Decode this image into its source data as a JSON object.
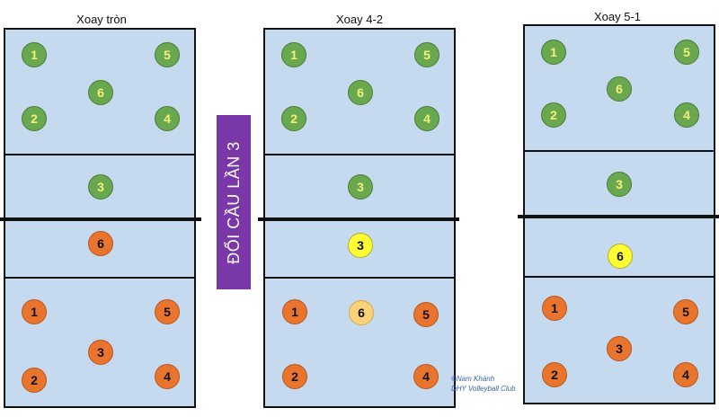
{
  "rotation_titles": [
    "Xoay tròn",
    "Xoay 4-2",
    "Xoay 5-1"
  ],
  "banner_label": "ĐỔI CẦU LẦN 3",
  "credit": {
    "line1": "©Nam Khánh",
    "line2": "DHY Volleyball Club"
  },
  "courts": [
    {
      "team_a": [
        "1",
        "5",
        "6",
        "2",
        "4",
        "3"
      ],
      "team_b": [
        "6",
        "1",
        "5",
        "3",
        "2",
        "4"
      ]
    },
    {
      "team_a": [
        "1",
        "5",
        "6",
        "2",
        "4",
        "3"
      ],
      "team_b": [
        "3",
        "1",
        "6",
        "5",
        "2",
        "4"
      ]
    },
    {
      "team_a": [
        "1",
        "5",
        "6",
        "2",
        "4",
        "3"
      ],
      "team_b": [
        "6",
        "1",
        "5",
        "3",
        "2",
        "4"
      ]
    }
  ],
  "colors": {
    "team_a": "#6aa84f",
    "team_b": "#e8742e",
    "setter_highlight": "#ffff33",
    "libero_highlight": "#f9d27a",
    "banner": "#7a37a8",
    "court": "#c5daef"
  }
}
